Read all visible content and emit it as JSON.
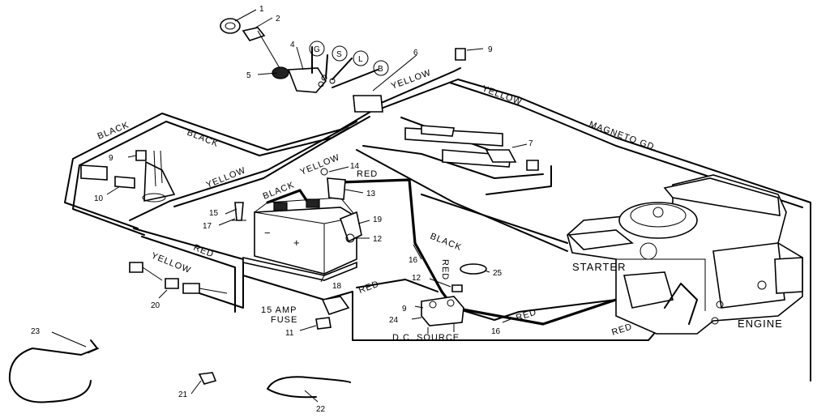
{
  "wire_labels": {
    "yellow_top": "YELLOW",
    "yellow_right": "YELLOW",
    "magneto": "MAGNETO GD.",
    "black_left": "BLACK",
    "black_mid": "BLACK",
    "yellow_left": "YELLOW",
    "yellow_relay": "YELLOW",
    "red_relay": "RED",
    "black_battery": "BLACK",
    "black_right": "BLACK",
    "red_vertical": "RED",
    "red_left": "RED",
    "yellow_bottom_left": "YELLOW",
    "red_source": "RED",
    "red_lower": "RED",
    "red_bottom": "RED"
  },
  "component_labels": {
    "starter": "STARTER",
    "engine": "ENGINE",
    "fuse_line1": "15 AMP",
    "fuse_line2": "FUSE",
    "dc_source": "D.C. SOURCE"
  },
  "terminal_letters": {
    "g": "G",
    "s": "S",
    "l": "L",
    "b": "B"
  },
  "part_numbers": {
    "p1": "1",
    "p2": "2",
    "p4": "4",
    "p5": "5",
    "p6": "6",
    "p7": "7",
    "p9_top": "9",
    "p9_left": "9",
    "p9_bottom": "9",
    "p10": "10",
    "p11": "11",
    "p12_top": "12",
    "p12_bottom": "12",
    "p13": "13",
    "p14": "14",
    "p15": "15",
    "p16_top": "16",
    "p16_bottom": "16",
    "p17": "17",
    "p18": "18",
    "p19": "19",
    "p20": "20",
    "p21": "21",
    "p22": "22",
    "p23": "23",
    "p24": "24",
    "p25": "25"
  }
}
